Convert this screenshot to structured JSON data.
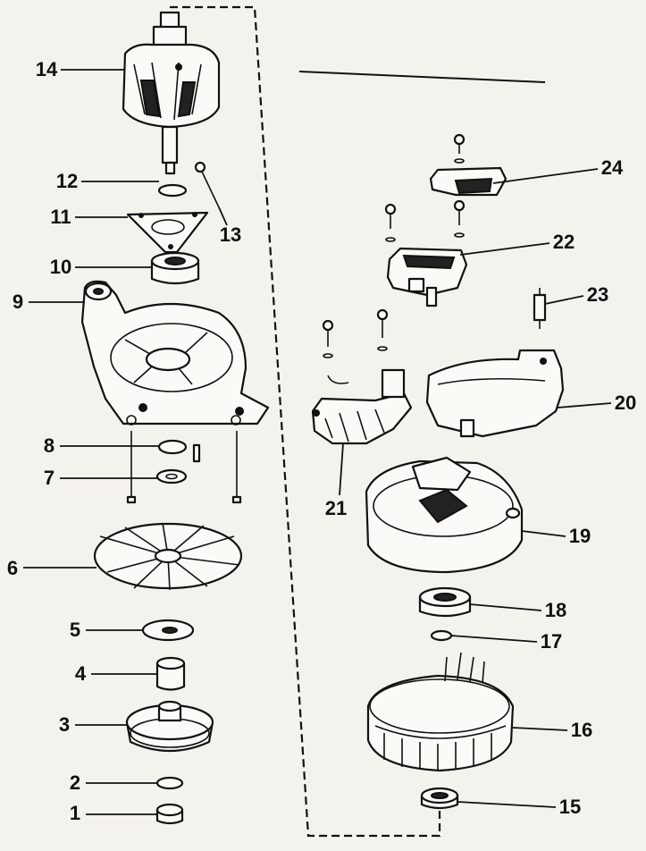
{
  "callouts": [
    {
      "num": "1"
    },
    {
      "num": "2"
    },
    {
      "num": "3"
    },
    {
      "num": "4"
    },
    {
      "num": "5"
    },
    {
      "num": "6"
    },
    {
      "num": "7"
    },
    {
      "num": "8"
    },
    {
      "num": "9"
    },
    {
      "num": "10"
    },
    {
      "num": "11"
    },
    {
      "num": "12"
    },
    {
      "num": "13"
    },
    {
      "num": "14"
    },
    {
      "num": "15"
    },
    {
      "num": "16"
    },
    {
      "num": "17"
    },
    {
      "num": "18"
    },
    {
      "num": "19"
    },
    {
      "num": "20"
    },
    {
      "num": "21"
    },
    {
      "num": "22"
    },
    {
      "num": "23"
    },
    {
      "num": "24"
    }
  ]
}
